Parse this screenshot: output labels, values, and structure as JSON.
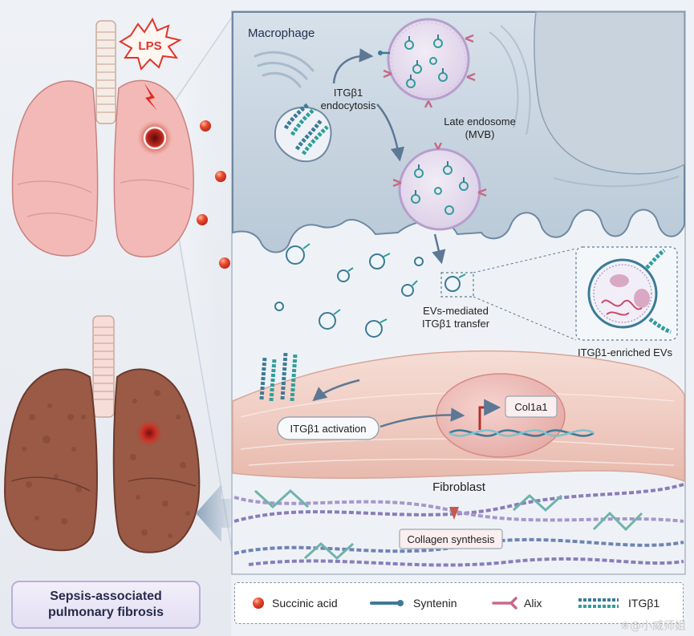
{
  "labels": {
    "lps": "LPS",
    "macrophage": "Macrophage",
    "itgb1_endocytosis_line1": "ITGβ1",
    "itgb1_endocytosis_line2": "endocytosis",
    "late_endosome_line1": "Late endosome",
    "late_endosome_line2": "(MVB)",
    "evs_mediated_line1": "EVs-mediated",
    "evs_mediated_line2": "ITGβ1 transfer",
    "itgb1_enriched_evs": "ITGβ1-enriched EVs",
    "itgb1_activation": "ITGβ1 activation",
    "col1a1": "Col1a1",
    "fibroblast": "Fibroblast",
    "collagen_synthesis": "Collagen synthesis"
  },
  "title": {
    "line1": "Sepsis-associated",
    "line2": "pulmonary fibrosis"
  },
  "legend": {
    "succinic_acid": "Succinic acid",
    "syntenin": "Syntenin",
    "alix": "Alix",
    "itgb1": "ITGβ1"
  },
  "watermark": "※@小威师姐",
  "colors": {
    "succinic_acid": "#e2422a",
    "syntenin": "#3d7a95",
    "alix": "#c76a88",
    "itgb1": "#2f9e9a",
    "macrophage": "#b6c7d6",
    "fibroblast": "#f0cfc6",
    "fibrotic_lung": "#9a5a46",
    "healthy_lung": "#f2b9b7"
  }
}
